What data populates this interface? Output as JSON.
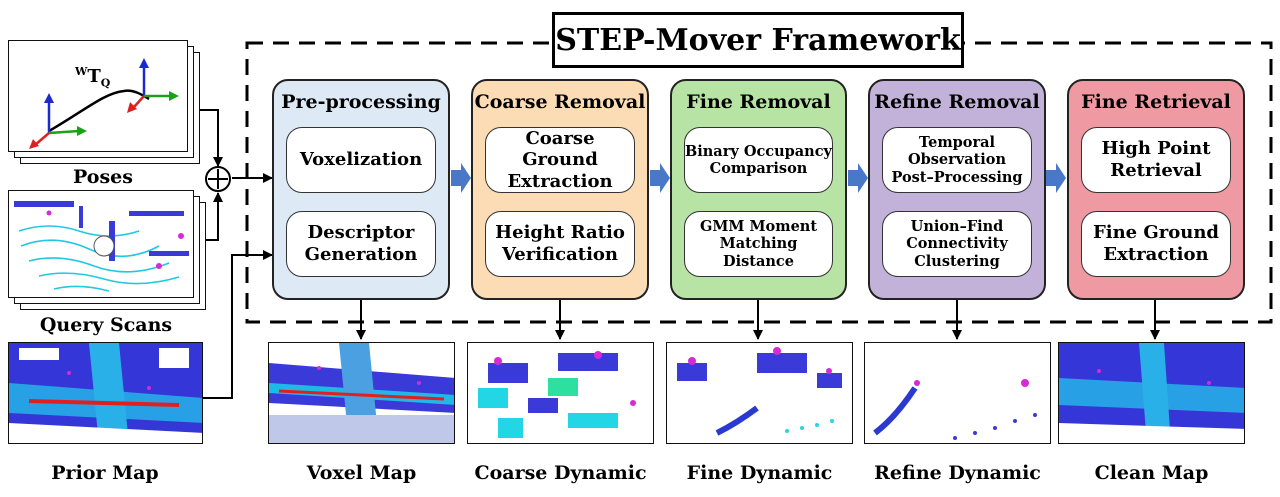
{
  "framework_title": "STEP-Mover Framework",
  "inputs": {
    "poses": {
      "caption": "Poses",
      "transform_sup": "W",
      "transform_main": "T",
      "transform_sub": "Q"
    },
    "query_scans": {
      "caption": "Query Scans"
    },
    "prior_map": {
      "caption": "Prior Map"
    }
  },
  "stages": [
    {
      "title": "Pre-processing",
      "color": "#dde9f5",
      "items": [
        "Voxelization",
        "Descriptor\nGeneration"
      ]
    },
    {
      "title": "Coarse Removal",
      "color": "#fbdcb4",
      "items": [
        "Coarse Ground\nExtraction",
        "Height Ratio\nVerification"
      ]
    },
    {
      "title": "Fine Removal",
      "color": "#b7e3a4",
      "items": [
        "Binary Occupancy\nComparison",
        "GMM Moment\nMatching Distance"
      ]
    },
    {
      "title": "Refine Removal",
      "color": "#c2b2d9",
      "items": [
        "Temporal\nObservation\nPost–Processing",
        "Union–Find\nConnectivity\nClustering"
      ]
    },
    {
      "title": "Fine Retrieval",
      "color": "#ef9aa2",
      "items": [
        "High Point\nRetrieval",
        "Fine Ground\nExtraction"
      ]
    }
  ],
  "outputs": [
    "Voxel Map",
    "Coarse Dynamic",
    "Fine Dynamic",
    "Refine Dynamic",
    "Clean Map"
  ],
  "colors": {
    "stage_arrow": "#4a78c9",
    "frame_dash": "#000000",
    "point_blue": "#3a3ad8",
    "point_cyan": "#22d6e6",
    "point_magenta": "#d62ad6",
    "path_red": "#e02020"
  },
  "icons": [
    "plus-circle-icon",
    "axis-frame-icon"
  ]
}
